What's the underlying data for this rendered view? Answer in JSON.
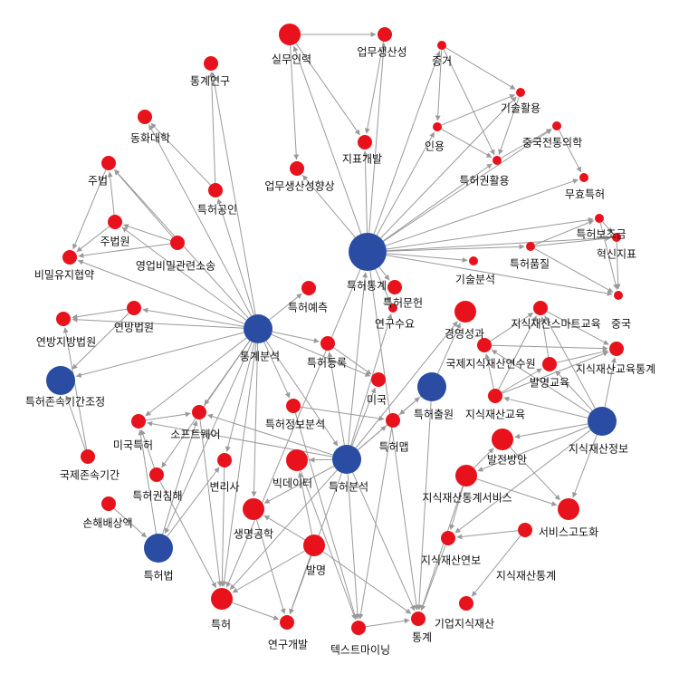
{
  "colors": {
    "major": "#2a4da3",
    "minor": "#e8121c",
    "edge": "#9a9a9a",
    "label": "#111111"
  },
  "nodes": [
    {
      "id": "tongye-tonggye",
      "label": "특허통계",
      "type": "major",
      "size": "xlarge"
    },
    {
      "id": "tonggye-bunseok",
      "label": "통계분석",
      "type": "major",
      "size": "large"
    },
    {
      "id": "teukheo-bunseok",
      "label": "특허분석",
      "type": "major",
      "size": "large"
    },
    {
      "id": "teukheo-chulwon",
      "label": "특허출원",
      "type": "major",
      "size": "large"
    },
    {
      "id": "jijik-jeongbo",
      "label": "지식재산정보",
      "type": "major",
      "size": "large"
    },
    {
      "id": "teukheobeop",
      "label": "특허법",
      "type": "major",
      "size": "large"
    },
    {
      "id": "jonsok-jojeong",
      "label": "특허존속기간조정",
      "type": "major",
      "size": "large"
    },
    {
      "id": "silmu-illyeok",
      "label": "실무인력",
      "type": "minor",
      "size": "medium"
    },
    {
      "id": "eopmu-saengsanseong",
      "label": "업무생산성",
      "type": "minor",
      "size": "small"
    },
    {
      "id": "jeungeo",
      "label": "증거",
      "type": "minor",
      "size": "tiny"
    },
    {
      "id": "gisul-hwaryong",
      "label": "기술활용",
      "type": "minor",
      "size": "tiny"
    },
    {
      "id": "inyong",
      "label": "인용",
      "type": "minor",
      "size": "tiny"
    },
    {
      "id": "jungguk-jeontong",
      "label": "중국전통의학",
      "type": "minor",
      "size": "tiny"
    },
    {
      "id": "teukheo-hwaryong",
      "label": "특허권활용",
      "type": "minor",
      "size": "tiny"
    },
    {
      "id": "muhyo-teukheo",
      "label": "무효특허",
      "type": "minor",
      "size": "tiny"
    },
    {
      "id": "jipyo-gaebal",
      "label": "지표개발",
      "type": "minor",
      "size": "small"
    },
    {
      "id": "eopmu-hyangsang",
      "label": "업무생산성향상",
      "type": "minor",
      "size": "small"
    },
    {
      "id": "tonggye-yeongu",
      "label": "통계연구",
      "type": "minor",
      "size": "small"
    },
    {
      "id": "donghwa-daehak",
      "label": "동화대학",
      "type": "minor",
      "size": "small"
    },
    {
      "id": "teukheo-gongin",
      "label": "특허공인",
      "type": "minor",
      "size": "small"
    },
    {
      "id": "jubeop",
      "label": "주법",
      "type": "minor",
      "size": "small"
    },
    {
      "id": "jubeobwon",
      "label": "주법원",
      "type": "minor",
      "size": "small"
    },
    {
      "id": "yeongeop-bimil",
      "label": "영업비밀관련소송",
      "type": "minor",
      "size": "small"
    },
    {
      "id": "bimil-hyeobyak",
      "label": "비밀유지협약",
      "type": "minor",
      "size": "small"
    },
    {
      "id": "teukheo-bojogeum",
      "label": "특허보조금",
      "type": "minor",
      "size": "tiny"
    },
    {
      "id": "teukheo-pumjil",
      "label": "특허품질",
      "type": "minor",
      "size": "tiny"
    },
    {
      "id": "hyeoksin-jipyo",
      "label": "혁신지표",
      "type": "minor",
      "size": "tiny"
    },
    {
      "id": "gisul-bunseok",
      "label": "기술분석",
      "type": "minor",
      "size": "tiny"
    },
    {
      "id": "teukheo-munheon",
      "label": "특허문헌",
      "type": "minor",
      "size": "small"
    },
    {
      "id": "yeongu-suyo",
      "label": "연구수요",
      "type": "minor",
      "size": "tiny"
    },
    {
      "id": "gyeongyeong-seonggwa",
      "label": "경영성과",
      "type": "minor",
      "size": "medium"
    },
    {
      "id": "jungguk",
      "label": "중국",
      "type": "minor",
      "size": "tiny"
    },
    {
      "id": "smart-gyoyuk",
      "label": "지식재산스마트교육",
      "type": "minor",
      "size": "small"
    },
    {
      "id": "gyoyuk-tonggye",
      "label": "지식재산교육통계",
      "type": "minor",
      "size": "small"
    },
    {
      "id": "yeonsuwon",
      "label": "국제지식재산연수원",
      "type": "minor",
      "size": "small"
    },
    {
      "id": "balmyeong-gyoyuk",
      "label": "발명교육",
      "type": "minor",
      "size": "small"
    },
    {
      "id": "teukheo-yecheuk",
      "label": "특허예측",
      "type": "minor",
      "size": "small"
    },
    {
      "id": "yeonbang-beobwon",
      "label": "연방법원",
      "type": "minor",
      "size": "small"
    },
    {
      "id": "yeonbang-jibang",
      "label": "연방지방법원",
      "type": "minor",
      "size": "small"
    },
    {
      "id": "teukheo-deungrok",
      "label": "특허등록",
      "type": "minor",
      "size": "small"
    },
    {
      "id": "miguk",
      "label": "미국",
      "type": "minor",
      "size": "small"
    },
    {
      "id": "jijik-gyoyuk",
      "label": "지식재산교육",
      "type": "minor",
      "size": "small"
    },
    {
      "id": "software",
      "label": "소프트웨어",
      "type": "minor",
      "size": "small"
    },
    {
      "id": "miguk-teukheo",
      "label": "미국특허",
      "type": "minor",
      "size": "small"
    },
    {
      "id": "teukheo-jeongbo-bunseok",
      "label": "특허정보분석",
      "type": "minor",
      "size": "small"
    },
    {
      "id": "teukheo-maep",
      "label": "특허맵",
      "type": "minor",
      "size": "small"
    },
    {
      "id": "gukje-jonsok",
      "label": "국제존속기간",
      "type": "minor",
      "size": "small"
    },
    {
      "id": "big-data",
      "label": "빅데이터",
      "type": "minor",
      "size": "medium"
    },
    {
      "id": "baljeon-bangan",
      "label": "발전방안",
      "type": "minor",
      "size": "medium"
    },
    {
      "id": "byeonrisa",
      "label": "변리사",
      "type": "minor",
      "size": "small"
    },
    {
      "id": "teukheogwon-chimhae",
      "label": "특허권침해",
      "type": "minor",
      "size": "small"
    },
    {
      "id": "tonggye-service",
      "label": "지식재산통계서비스",
      "type": "minor",
      "size": "medium"
    },
    {
      "id": "sonhae-baesang",
      "label": "손해배상액",
      "type": "minor",
      "size": "small"
    },
    {
      "id": "saengmyeong-gonghak",
      "label": "생명공학",
      "type": "minor",
      "size": "medium"
    },
    {
      "id": "service-godohwa",
      "label": "서비스고도화",
      "type": "minor",
      "size": "medium"
    },
    {
      "id": "balmyeong",
      "label": "발명",
      "type": "minor",
      "size": "medium"
    },
    {
      "id": "jijik-yeonbo",
      "label": "지식재산연보",
      "type": "minor",
      "size": "small"
    },
    {
      "id": "jijik-tonggye",
      "label": "지식재산통계",
      "type": "minor",
      "size": "small"
    },
    {
      "id": "teukheo",
      "label": "특허",
      "type": "minor",
      "size": "medium"
    },
    {
      "id": "gieop-jijik",
      "label": "기업지식재산",
      "type": "minor",
      "size": "small"
    },
    {
      "id": "yeongu-gaebal",
      "label": "연구개발",
      "type": "minor",
      "size": "small"
    },
    {
      "id": "text-mining",
      "label": "텍스트마이닝",
      "type": "minor",
      "size": "small"
    },
    {
      "id": "tonggye",
      "label": "통계",
      "type": "minor",
      "size": "small"
    }
  ]
}
